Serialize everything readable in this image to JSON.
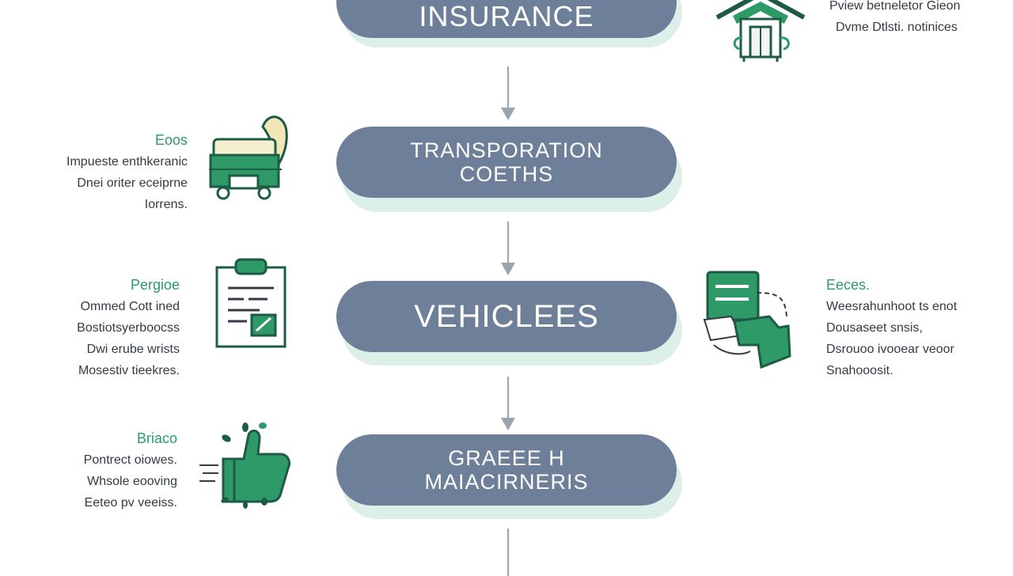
{
  "colors": {
    "pill": "#6e8099",
    "pill_shadow": "#dcefe9",
    "accent": "#2e9a68",
    "icon_dark": "#1d5b45",
    "arrow": "#9aa4ad"
  },
  "flow": [
    {
      "id": "insurance",
      "lines": [
        "INSURANCE"
      ]
    },
    {
      "id": "transportation",
      "lines": [
        "TRANSPORATION",
        "COETHS"
      ]
    },
    {
      "id": "vehicles",
      "lines": [
        "VEHICLEES"
      ]
    },
    {
      "id": "maintenance",
      "lines": [
        "GRAEEE H",
        "MAIACIRNERIS"
      ]
    }
  ],
  "notes": {
    "insurance_right": {
      "heading": "",
      "lines": [
        "Pview betneletor Gieon",
        "Dvme Dtlsti. notinices"
      ]
    },
    "transportation_left": {
      "heading": "Eoos",
      "lines": [
        "Impueste enthkeranic",
        "Dnei oriter eceiprne",
        "Iorrens."
      ]
    },
    "vehicles_left": {
      "heading": "Pergioe",
      "lines": [
        "Ommed Cott ined",
        "Bostiotsyerboocss",
        "Dwi erube wrists",
        "Mosestiv tieekres."
      ]
    },
    "vehicles_right": {
      "heading": "Eeces.",
      "lines": [
        "Weesrahunhoot ts enot",
        "Dousaseet snsis,",
        "Dsrouoo ivooear veoor",
        "Snahooosit."
      ]
    },
    "maintenance_left": {
      "heading": "Briaco",
      "lines": [
        "Pontrect oiowes.",
        "Whsole eooving",
        "Eeteo pv veeiss."
      ]
    }
  },
  "icons": [
    "house-icon",
    "engine-icon",
    "clipboard-icon",
    "documents-icon",
    "thumbs-up-icon"
  ]
}
